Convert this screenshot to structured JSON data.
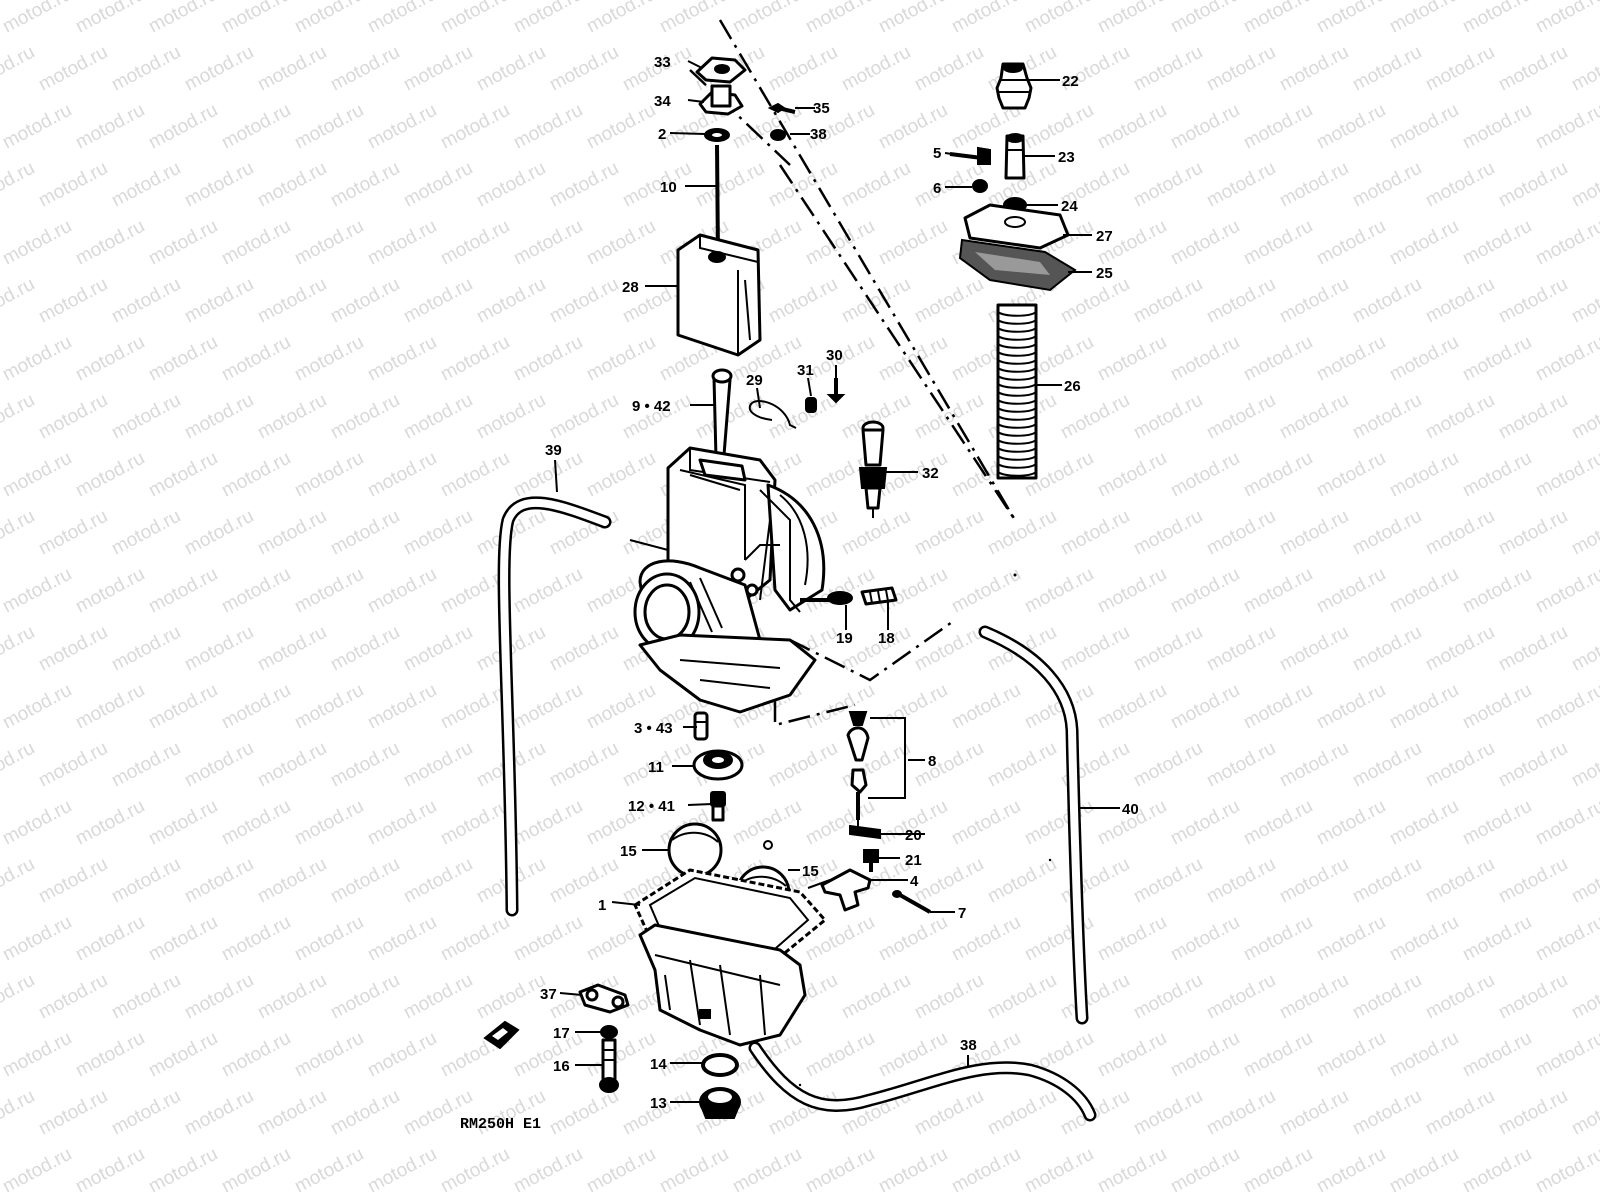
{
  "watermark": {
    "text": "motod.ru",
    "color": "#d9d9d9"
  },
  "diagram": {
    "subject": "carburetor-exploded-view",
    "drawing_code": "RM250H E1",
    "callouts": [
      {
        "id": "c33",
        "label": "33"
      },
      {
        "id": "c34",
        "label": "34"
      },
      {
        "id": "c2",
        "label": "2"
      },
      {
        "id": "c35",
        "label": "35"
      },
      {
        "id": "c38a",
        "label": "38"
      },
      {
        "id": "c10",
        "label": "10"
      },
      {
        "id": "c28",
        "label": "28"
      },
      {
        "id": "c9_42",
        "label": "9 • 42"
      },
      {
        "id": "c29",
        "label": "29"
      },
      {
        "id": "c31",
        "label": "31"
      },
      {
        "id": "c30",
        "label": "30"
      },
      {
        "id": "c32",
        "label": "32"
      },
      {
        "id": "c22",
        "label": "22"
      },
      {
        "id": "c5",
        "label": "5"
      },
      {
        "id": "c23",
        "label": "23"
      },
      {
        "id": "c6",
        "label": "6"
      },
      {
        "id": "c24",
        "label": "24"
      },
      {
        "id": "c27",
        "label": "27"
      },
      {
        "id": "c25",
        "label": "25"
      },
      {
        "id": "c26",
        "label": "26"
      },
      {
        "id": "c39",
        "label": "39"
      },
      {
        "id": "c19",
        "label": "19"
      },
      {
        "id": "c18",
        "label": "18"
      },
      {
        "id": "c3_43",
        "label": "3 • 43"
      },
      {
        "id": "c11",
        "label": "11"
      },
      {
        "id": "c8",
        "label": "8"
      },
      {
        "id": "c12_41",
        "label": "12 • 41"
      },
      {
        "id": "c20",
        "label": "20"
      },
      {
        "id": "c21",
        "label": "21"
      },
      {
        "id": "c15a",
        "label": "15"
      },
      {
        "id": "c15b",
        "label": "15"
      },
      {
        "id": "c4",
        "label": "4"
      },
      {
        "id": "c1",
        "label": "1"
      },
      {
        "id": "c7",
        "label": "7"
      },
      {
        "id": "c40",
        "label": "40"
      },
      {
        "id": "c37",
        "label": "37"
      },
      {
        "id": "c17",
        "label": "17"
      },
      {
        "id": "c16",
        "label": "16"
      },
      {
        "id": "c14",
        "label": "14"
      },
      {
        "id": "c13",
        "label": "13"
      },
      {
        "id": "c38b",
        "label": "38"
      }
    ]
  }
}
